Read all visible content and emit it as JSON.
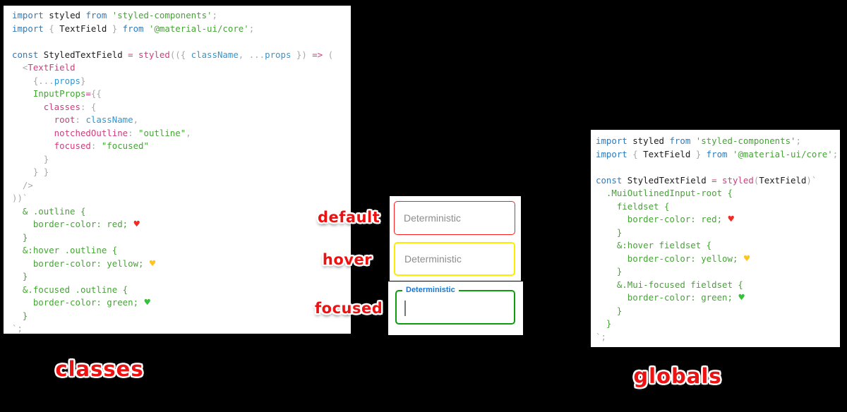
{
  "captions": {
    "left": "classes",
    "right": "globals"
  },
  "sticker_color": "#ee1111",
  "code_palette": {
    "keyword": "#2e7bbd",
    "identifier": "#1c1c1c",
    "pink": "#ce3d7d",
    "green": "#46a336",
    "punctuation": "#a8a8a8",
    "prop_blue": "#3496cf",
    "background": "#ffffff"
  },
  "left_code": {
    "lines": [
      [
        [
          "kw",
          "import"
        ],
        [
          "id",
          " styled"
        ],
        [
          "kw",
          " from"
        ],
        [
          "str",
          " 'styled-components'"
        ],
        [
          "gy",
          ";"
        ]
      ],
      [
        [
          "kw",
          "import"
        ],
        [
          "gy",
          " {"
        ],
        [
          "id",
          " TextField"
        ],
        [
          "gy",
          " }"
        ],
        [
          "kw",
          " from"
        ],
        [
          "str",
          " '@material-ui/core'"
        ],
        [
          "gy",
          ";"
        ]
      ],
      [],
      [
        [
          "kw",
          "const"
        ],
        [
          "id",
          " StyledTextField"
        ],
        [
          "pk",
          " ="
        ],
        [
          "pk",
          " styled"
        ],
        [
          "gy",
          "(({ "
        ],
        [
          "b2",
          "className"
        ],
        [
          "gy",
          ", ..."
        ],
        [
          "b2",
          "props"
        ],
        [
          "gy",
          " })"
        ],
        [
          "pk",
          " =>"
        ],
        [
          "gy",
          " ("
        ]
      ],
      [
        [
          "gy",
          "  <"
        ],
        [
          "pk",
          "TextField"
        ]
      ],
      [
        [
          "gy",
          "    {..."
        ],
        [
          "b2",
          "props"
        ],
        [
          "gy",
          "}"
        ]
      ],
      [
        [
          "grn",
          "    InputProps"
        ],
        [
          "pk",
          "="
        ],
        [
          "gy",
          "{{"
        ]
      ],
      [
        [
          "pk",
          "      classes"
        ],
        [
          "gy",
          ": {"
        ]
      ],
      [
        [
          "pk",
          "        root"
        ],
        [
          "gy",
          ":"
        ],
        [
          "b2",
          " className"
        ],
        [
          "gy",
          ","
        ]
      ],
      [
        [
          "pk",
          "        notchedOutline"
        ],
        [
          "gy",
          ":"
        ],
        [
          "str",
          " \"outline\""
        ],
        [
          "gy",
          ","
        ]
      ],
      [
        [
          "pk",
          "        focused"
        ],
        [
          "gy",
          ":"
        ],
        [
          "str",
          " \"focused\""
        ]
      ],
      [
        [
          "gy",
          "      }"
        ]
      ],
      [
        [
          "gy",
          "    } }"
        ]
      ],
      [
        [
          "gy",
          "  />"
        ]
      ],
      [
        [
          "gy",
          "))`"
        ]
      ],
      [
        [
          "grn",
          "  & .outline {"
        ]
      ],
      [
        [
          "grn",
          "    border-color: red;"
        ],
        [
          "hr",
          " ♥"
        ]
      ],
      [
        [
          "grn",
          "  }"
        ]
      ],
      [
        [
          "grn",
          "  &:hover .outline {"
        ]
      ],
      [
        [
          "grn",
          "    border-color: yellow;"
        ],
        [
          "hy",
          " ♥"
        ]
      ],
      [
        [
          "grn",
          "  }"
        ]
      ],
      [
        [
          "grn",
          "  &.focused .outline {"
        ]
      ],
      [
        [
          "grn",
          "    border-color: green;"
        ],
        [
          "hg",
          " ♥"
        ]
      ],
      [
        [
          "grn",
          "  }"
        ]
      ],
      [
        [
          "gy",
          "`;"
        ]
      ]
    ]
  },
  "right_code": {
    "lines": [
      [
        [
          "kw",
          "import"
        ],
        [
          "id",
          " styled"
        ],
        [
          "kw",
          " from"
        ],
        [
          "str",
          " 'styled-components'"
        ],
        [
          "gy",
          ";"
        ]
      ],
      [
        [
          "kw",
          "import"
        ],
        [
          "gy",
          " {"
        ],
        [
          "id",
          " TextField"
        ],
        [
          "gy",
          " }"
        ],
        [
          "kw",
          " from"
        ],
        [
          "str",
          " '@material-ui/core'"
        ],
        [
          "gy",
          ";"
        ]
      ],
      [],
      [
        [
          "kw",
          "const"
        ],
        [
          "id",
          " StyledTextField"
        ],
        [
          "pk",
          " ="
        ],
        [
          "pk",
          " styled"
        ],
        [
          "gy",
          "("
        ],
        [
          "id",
          "TextField"
        ],
        [
          "gy",
          ")`"
        ]
      ],
      [
        [
          "grn",
          "  .MuiOutlinedInput-root {"
        ]
      ],
      [
        [
          "grn",
          "    fieldset {"
        ]
      ],
      [
        [
          "grn",
          "      border-color: red;"
        ],
        [
          "hr",
          " ♥"
        ]
      ],
      [
        [
          "grn",
          "    }"
        ]
      ],
      [
        [
          "grn",
          "    &:hover fieldset {"
        ]
      ],
      [
        [
          "grn",
          "      border-color: yellow;"
        ],
        [
          "hy",
          " ♥"
        ]
      ],
      [
        [
          "grn",
          "    }"
        ]
      ],
      [
        [
          "grn",
          "    &.Mui-focused fieldset {"
        ]
      ],
      [
        [
          "grn",
          "      border-color: green;"
        ],
        [
          "hg",
          " ♥"
        ]
      ],
      [
        [
          "grn",
          "    }"
        ]
      ],
      [
        [
          "grn",
          "  }"
        ]
      ],
      [
        [
          "gy",
          "`;"
        ]
      ]
    ]
  },
  "demo": {
    "fields": [
      {
        "state_label": "default",
        "border_color": "#ff1d1d",
        "placeholder": "Deterministic"
      },
      {
        "state_label": "hover",
        "border_color": "#fdec00",
        "placeholder": "Deterministic"
      },
      {
        "state_label": "focused",
        "border_color": "#0f9b0f",
        "floating_label": "Deterministic",
        "floating_label_color": "#1976d2"
      }
    ]
  }
}
